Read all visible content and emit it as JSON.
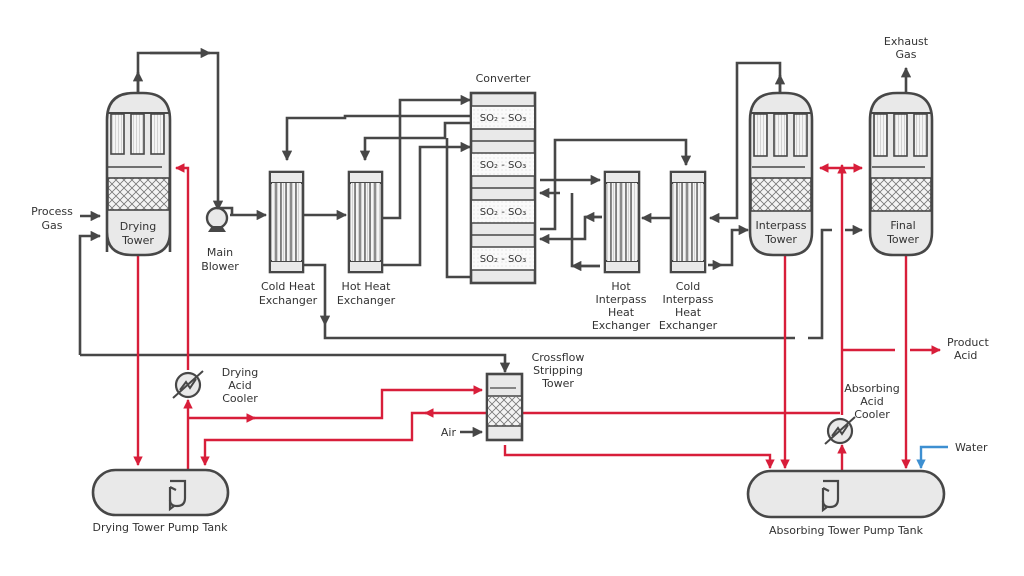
{
  "diagram": {
    "type": "process-flow",
    "subject": "Sulfuric acid contact process (double absorption)",
    "colors": {
      "gas_line": "#474747",
      "acid_line": "#d81e3a",
      "water_line": "#3d8fd1",
      "vessel_fill": "#e9e9e9"
    },
    "equipment": {
      "drying_tower": [
        "Drying",
        "Tower"
      ],
      "main_blower": [
        "Main",
        "Blower"
      ],
      "cold_heat_exchanger": [
        "Cold Heat",
        "Exchanger"
      ],
      "hot_heat_exchanger": [
        "Hot Heat",
        "Exchanger"
      ],
      "converter": "Converter",
      "converter_beds": [
        "SO₂ - SO₃",
        "SO₂ - SO₃",
        "SO₂ - SO₃",
        "SO₂ - SO₃"
      ],
      "hot_interpass_hx": [
        "Hot",
        "Interpass",
        "Heat",
        "Exchanger"
      ],
      "cold_interpass_hx": [
        "Cold",
        "Interpass",
        "Heat",
        "Exchanger"
      ],
      "interpass_tower": [
        "Interpass",
        "Tower"
      ],
      "final_tower": [
        "Final",
        "Tower"
      ],
      "crossflow_stripping_tower": [
        "Crossflow",
        "Stripping",
        "Tower"
      ],
      "drying_acid_cooler": [
        "Drying",
        "Acid",
        "Cooler"
      ],
      "absorbing_acid_cooler": [
        "Absorbing",
        "Acid",
        "Cooler"
      ],
      "drying_tower_pump_tank": "Drying Tower Pump Tank",
      "absorbing_tower_pump_tank": "Absorbing Tower Pump Tank"
    },
    "streams": {
      "process_gas": [
        "Process",
        "Gas"
      ],
      "exhaust_gas": [
        "Exhaust",
        "Gas"
      ],
      "product_acid": [
        "Product",
        "Acid"
      ],
      "air": "Air",
      "water": "Water"
    }
  }
}
